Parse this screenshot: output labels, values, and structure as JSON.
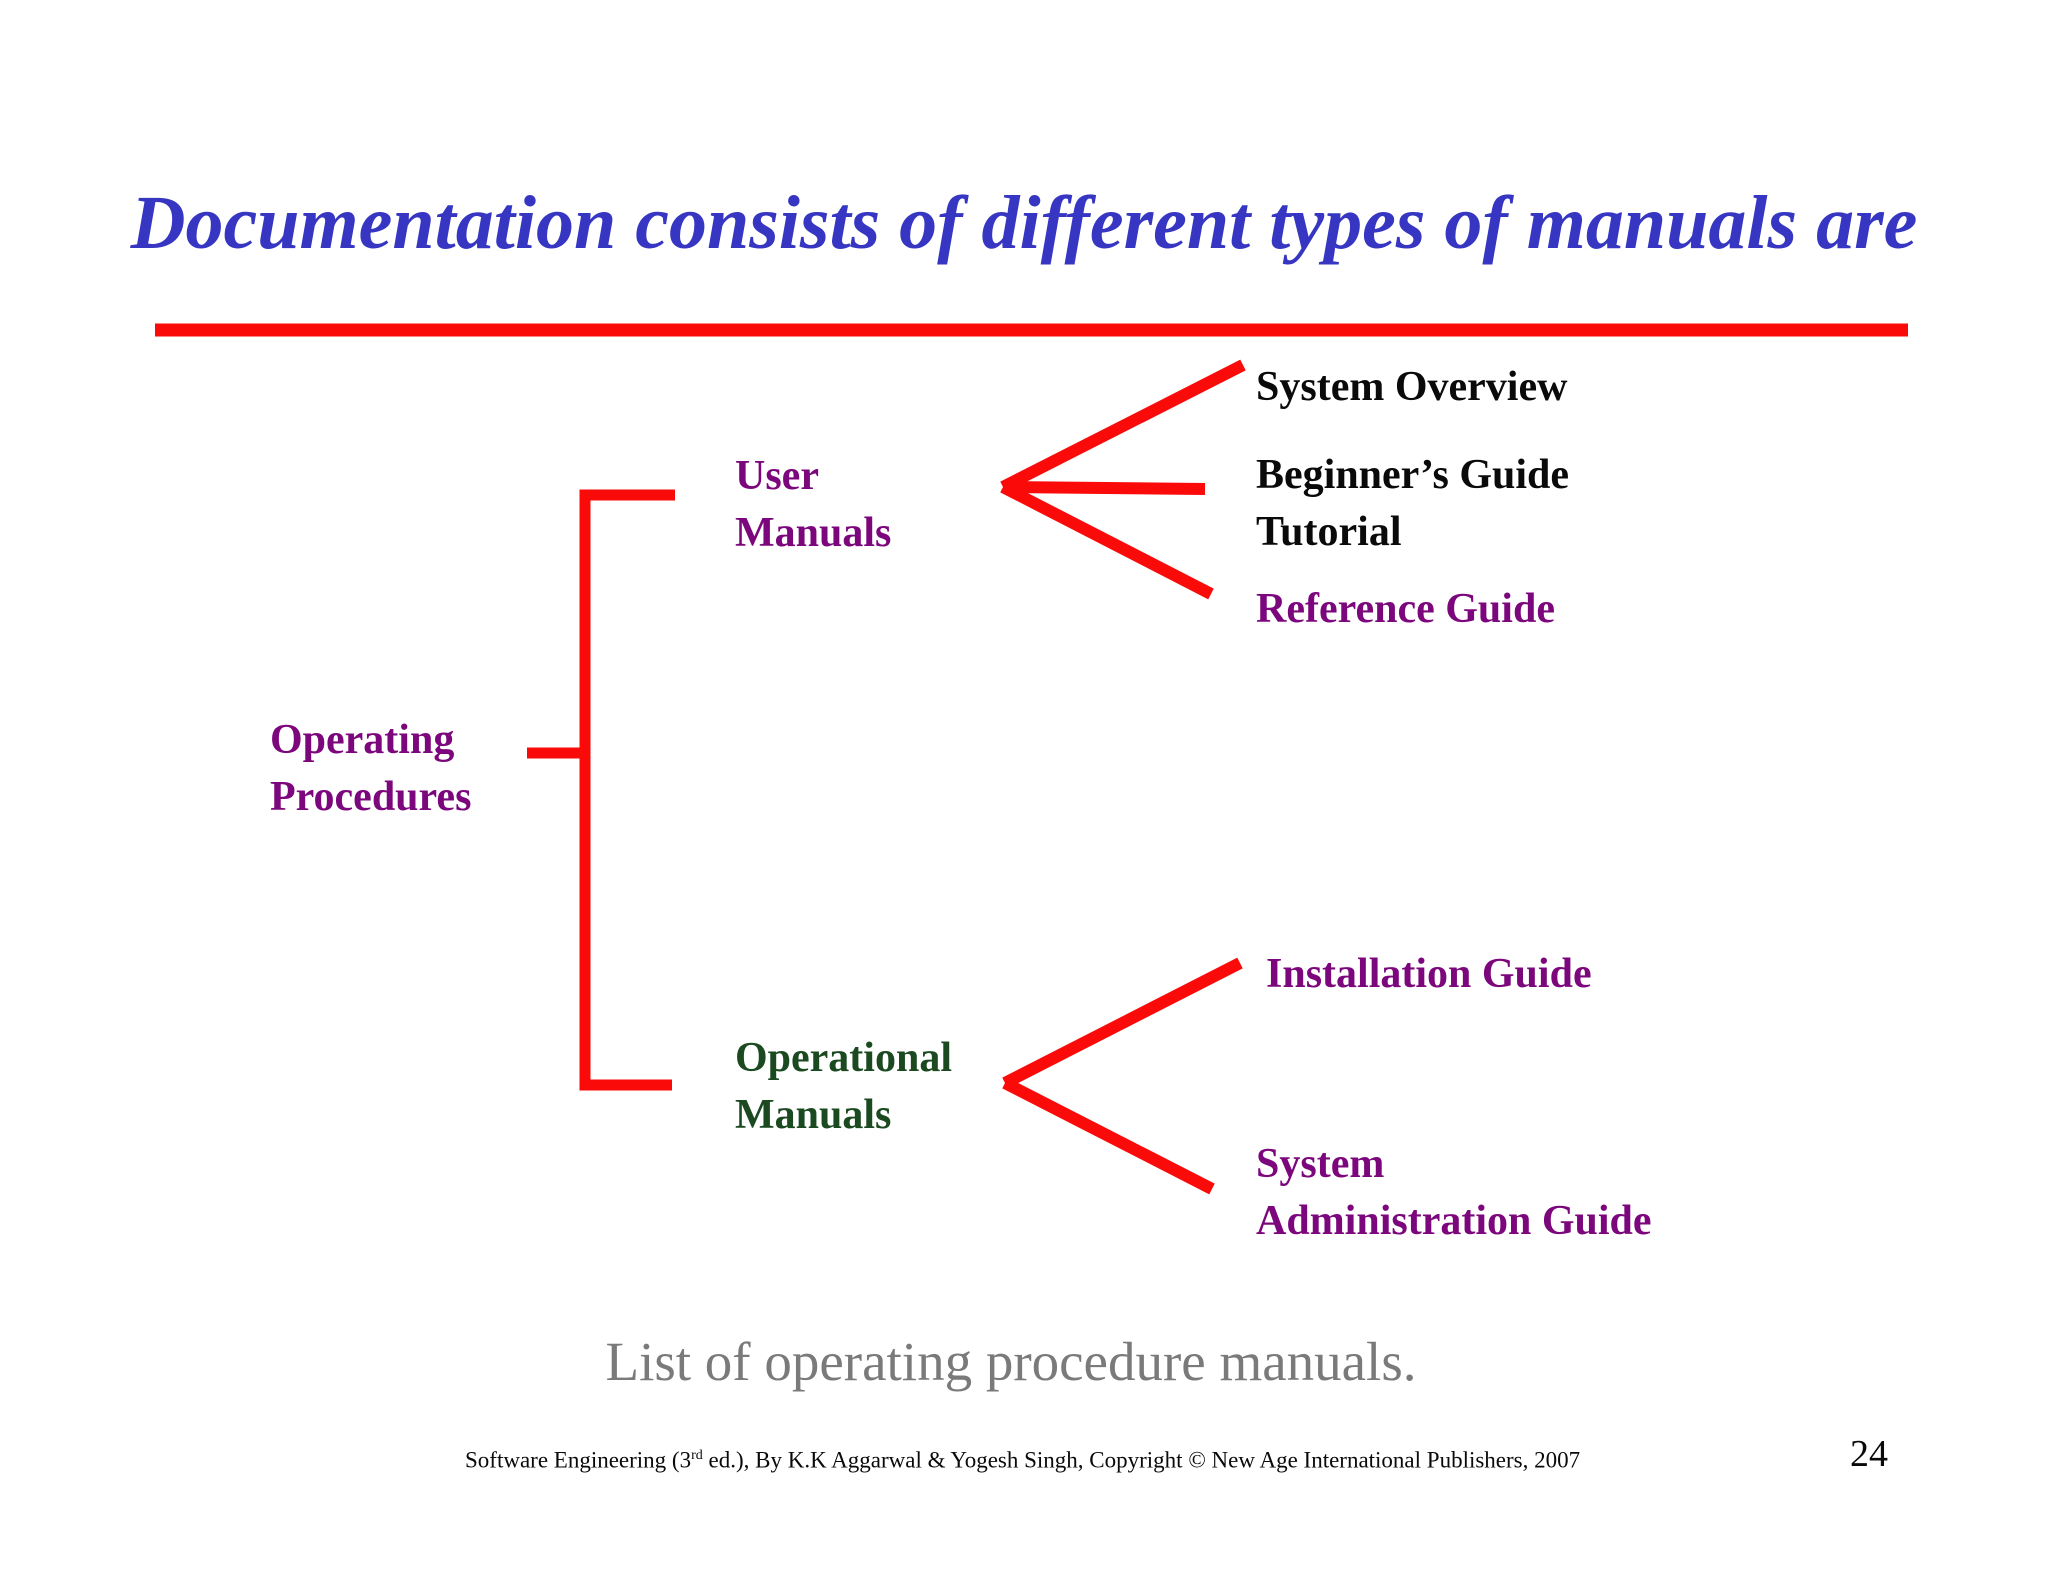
{
  "slide": {
    "title": "Documentation consists of different types of manuals are",
    "caption": "List of operating procedure manuals.",
    "page_number": "24"
  },
  "colors": {
    "title-blue": "#3636c2",
    "line-red": "#fb0a0a",
    "purple": "#7c077c",
    "dark-green": "#1b4a21",
    "ink": "#0a0a0a",
    "caption-gray": "#7a7a7a",
    "bg": "#ffffff"
  },
  "tree": {
    "root": {
      "line1": "Operating",
      "line2": "Procedures"
    },
    "user_manuals": {
      "line1": "User",
      "line2": "Manuals"
    },
    "operational_manuals": {
      "line1": "Operational",
      "line2": "Manuals"
    },
    "leaves": {
      "system_overview": {
        "line1": "System Overview"
      },
      "beginners_guide": {
        "line1": "Beginner’s Guide",
        "line2": "Tutorial"
      },
      "reference_guide": {
        "line1": "Reference Guide"
      },
      "installation_guide": {
        "line1": "Installation Guide"
      },
      "system_admin_guide": {
        "line1": "System",
        "line2": "Administration Guide"
      }
    },
    "hierarchy_note": {
      "root": "Operating Procedures",
      "children": [
        {
          "name": "User Manuals",
          "children": [
            "System Overview",
            "Beginner’s Guide Tutorial",
            "Reference Guide"
          ]
        },
        {
          "name": "Operational Manuals",
          "children": [
            "Installation Guide",
            "System Administration Guide"
          ]
        }
      ]
    }
  },
  "footer": {
    "pre": "Software Engineering (3",
    "sup": "rd",
    "post": " ed.), By K.K Aggarwal & Yogesh Singh, Copyright © New Age International Publishers, 2007"
  }
}
